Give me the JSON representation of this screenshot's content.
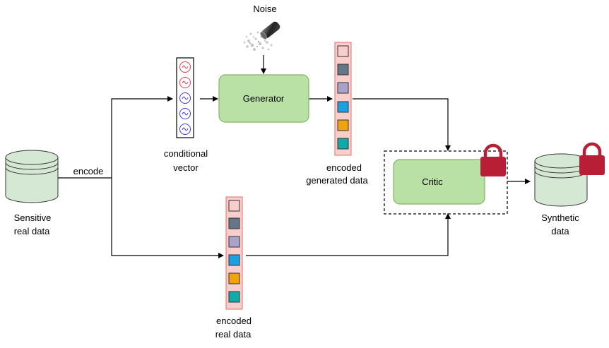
{
  "labels": {
    "noise": "Noise",
    "generator": "Generator",
    "critic": "Critic",
    "encode": "encode",
    "conditional_vector": [
      "conditional",
      "vector"
    ],
    "encoded_generated": [
      "encoded",
      "generated data"
    ],
    "encoded_real": [
      "encoded",
      "real data"
    ],
    "sensitive_real": [
      "Sensitive",
      "real data"
    ],
    "synthetic": [
      "Synthetic",
      "data"
    ]
  },
  "colors": {
    "db_fill": "#d5e8d4",
    "box_fill": "#b9e0a5",
    "box_stroke": "#82b366",
    "lock": "#b81f36",
    "vector_red": "#e04050",
    "vector_blue": "#3d3dd6",
    "cells": [
      "#f8cecc",
      "#647687",
      "#a9a3c9",
      "#1ba1e2",
      "#f0a30a",
      "#12aaa8"
    ],
    "cell_border": "#ea6b66"
  },
  "icons": [
    "noise-spray-icon",
    "database-icon",
    "lock-icon"
  ]
}
